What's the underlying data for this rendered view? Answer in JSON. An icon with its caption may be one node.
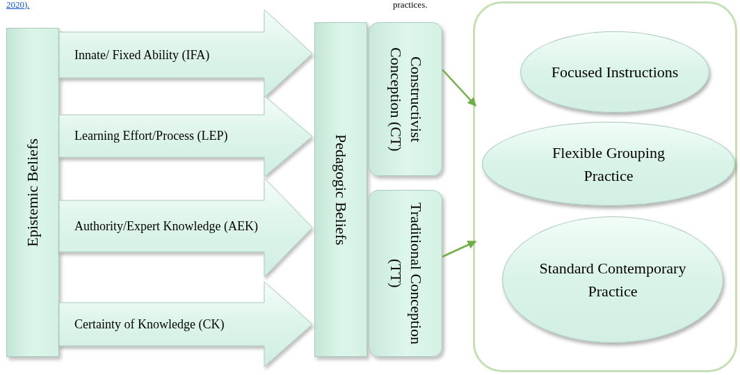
{
  "diagram": {
    "nodes": [
      {
        "text": [
          "Epistemic Beliefs"
        ]
      },
      {
        "text": [
          "Pedagogic Beliefs"
        ]
      },
      {
        "text": [
          "Constructivist Conception (CT)"
        ]
      },
      {
        "text": [
          "Traditional Conception (TT)"
        ]
      },
      {
        "text": [],
        "shape": "box"
      },
      {
        "text": [
          "Focused Instructions"
        ],
        "in": 4
      },
      {
        "text": [
          "Flexible Grouping Practice"
        ],
        "in": 4
      },
      {
        "text": [
          "Standard Contemporary Practice"
        ],
        "in": 4
      }
    ],
    "edges": [
      {
        "from": 0,
        "to": 1,
        "arrow": "to",
        "label": "Innate/ Fixed Ability (IFA)",
        "style": "thick"
      },
      {
        "from": 0,
        "to": 1,
        "arrow": "to",
        "label": "Learning Effort/Process (LEP)",
        "style": "thick"
      },
      {
        "from": 0,
        "to": 1,
        "arrow": "to",
        "label": "Authority/Expert Knowledge (AEK)",
        "style": "thick"
      },
      {
        "from": 0,
        "to": 1,
        "arrow": "to",
        "label": "Certainty of Knowledge (CK)",
        "style": "thick"
      },
      {
        "from": 2,
        "to": 4,
        "arrow": "to",
        "color": "#70ad47"
      },
      {
        "from": 3,
        "to": 4,
        "arrow": "to",
        "color": "#70ad47"
      }
    ],
    "labels": [
      "2020).",
      "practices."
    ]
  }
}
